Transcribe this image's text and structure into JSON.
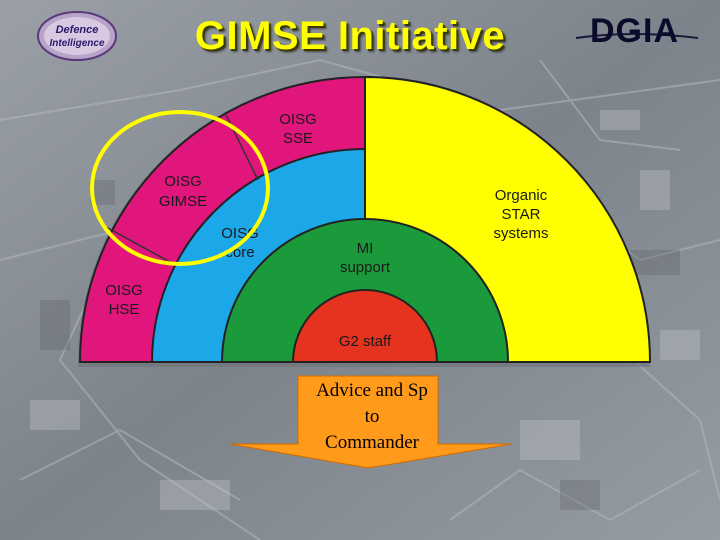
{
  "title": "GIMSE Initiative",
  "logo_left": {
    "line1": "Defence",
    "line2": "Intelligence"
  },
  "logo_right": {
    "text": "DGIA"
  },
  "segments": {
    "hse": {
      "line1": "OISG",
      "line2": "HSE"
    },
    "gimse": {
      "line1": "OISG",
      "line2": "GIMSE"
    },
    "sse": {
      "line1": "OISG",
      "line2": "SSE"
    },
    "core": {
      "line1": "OISG",
      "line2": "core"
    },
    "organic": {
      "line1": "Organic",
      "line2": "STAR",
      "line3": "systems"
    },
    "mi": {
      "line1": "MI",
      "line2": "support"
    },
    "g2": {
      "label": "G2 staff"
    }
  },
  "arrow": {
    "line1": "Advice and Sp",
    "line2": "to",
    "line3": "Commander"
  },
  "colors": {
    "magenta": "#e0167d",
    "blue": "#1ca7e8",
    "green": "#1a9a3a",
    "red": "#e63320",
    "yellow": "#ffff00",
    "arrow": "#ff9a1a"
  }
}
